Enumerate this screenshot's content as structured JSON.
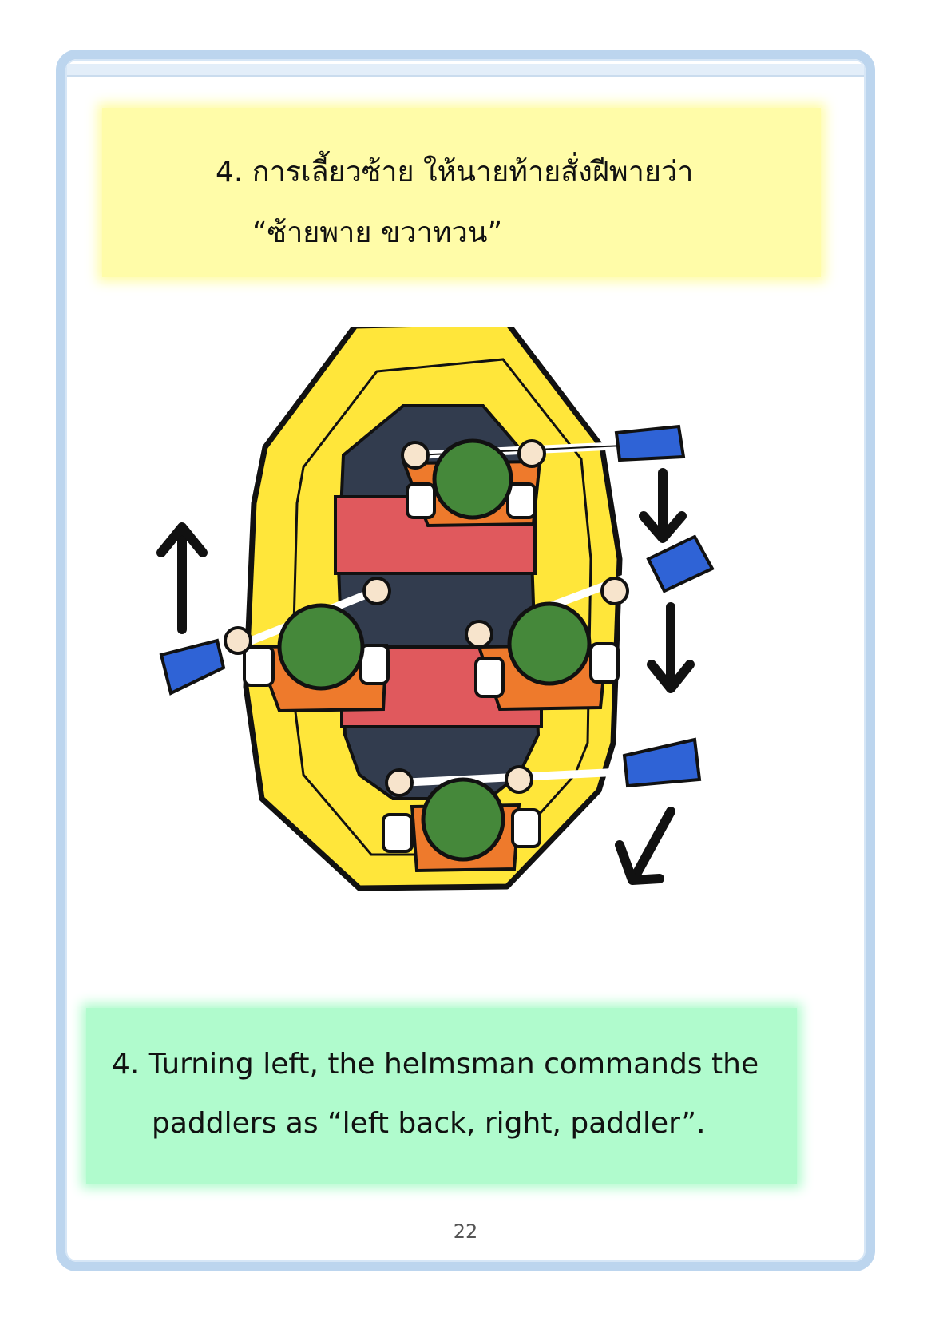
{
  "instruction_th": {
    "line1": "4. การเลี้ยวซ้าย ให้นายท้ายสั่งฝีพายว่า",
    "line2": "“ซ้ายพาย  ขวาทวน”"
  },
  "instruction_en": {
    "line1": "4. Turning left, the helmsman commands the",
    "line2": "paddlers as  “left back, right, paddler”."
  },
  "page_number": "22",
  "colors": {
    "thai_box": "#fffca8",
    "english_box": "#b0fbcd",
    "raft_tube": "#ffe63a",
    "raft_floor": "#323c4e",
    "bench": "#e0595d",
    "helmet": "#45883a",
    "vest": "#ee7a2c",
    "paddle_blade": "#2f63d6"
  }
}
